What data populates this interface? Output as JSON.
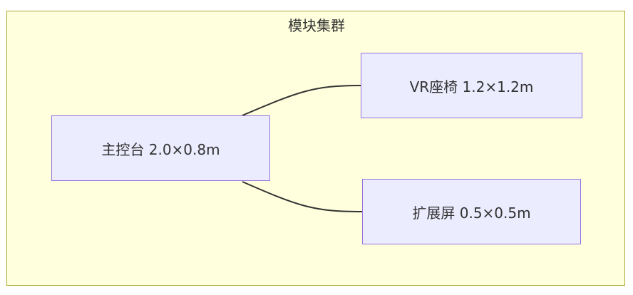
{
  "cluster": {
    "title": "模块集群"
  },
  "nodes": {
    "main_console": {
      "label": "主控台 2.0×0.8m"
    },
    "vr_seat": {
      "label": "VR座椅 1.2×1.2m"
    },
    "extension_screen": {
      "label": "扩展屏 0.5×0.5m"
    }
  },
  "edges": [
    {
      "from": "main_console",
      "to": "vr_seat"
    },
    {
      "from": "main_console",
      "to": "extension_screen"
    }
  ],
  "colors": {
    "cluster_fill": "#ffffde",
    "cluster_border": "#aaaa33",
    "node_fill": "#ececff",
    "node_border": "#9370db",
    "edge": "#333333",
    "text": "#333333"
  }
}
